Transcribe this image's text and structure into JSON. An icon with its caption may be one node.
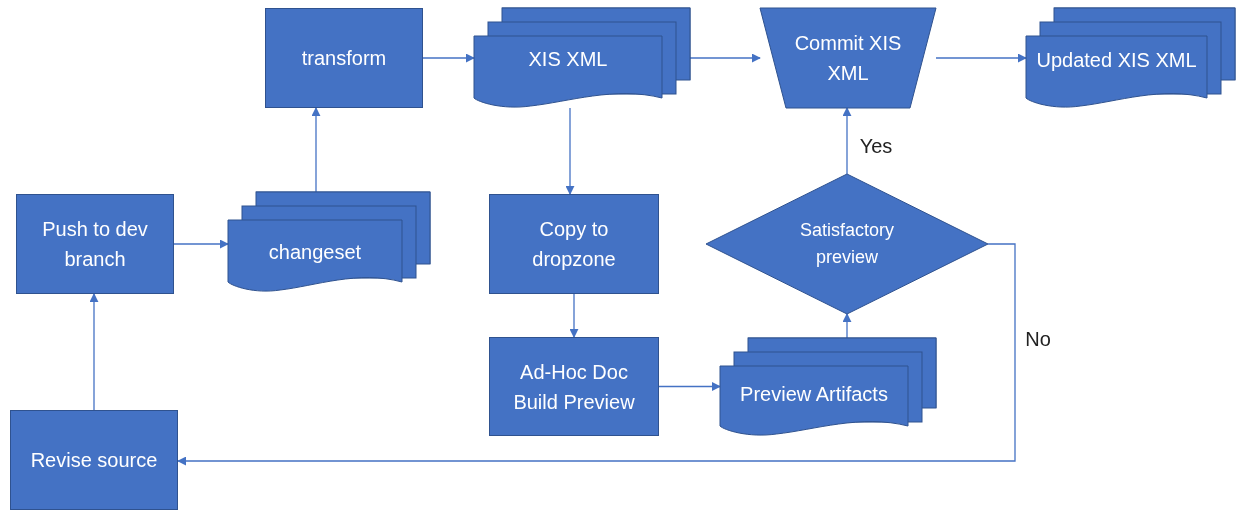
{
  "diagram": {
    "nodes": [
      {
        "text": [
          "Push to dev branch"
        ]
      },
      {
        "text": [
          "changeset"
        ]
      },
      {
        "text": [
          "transform"
        ]
      },
      {
        "text": [
          "XIS XML"
        ]
      },
      {
        "text": [
          "Copy to dropzone"
        ]
      },
      {
        "text": [
          "Ad-Hoc Doc Build Preview"
        ]
      },
      {
        "text": [
          "Preview Artifacts"
        ]
      },
      {
        "text": [
          "Satisfactory preview"
        ]
      },
      {
        "text": [
          "Commit XIS XML"
        ]
      },
      {
        "text": [
          "Updated XIS XML"
        ]
      },
      {
        "text": [
          "Revise source"
        ]
      }
    ],
    "edges": [
      {
        "from": 0,
        "to": 1,
        "arrow": "to"
      },
      {
        "from": 1,
        "to": 2,
        "arrow": "to"
      },
      {
        "from": 2,
        "to": 3,
        "arrow": "to"
      },
      {
        "from": 3,
        "to": 8,
        "arrow": "to"
      },
      {
        "from": 8,
        "to": 9,
        "arrow": "to"
      },
      {
        "from": 3,
        "to": 4,
        "arrow": "to"
      },
      {
        "from": 4,
        "to": 5,
        "arrow": "to"
      },
      {
        "from": 5,
        "to": 6,
        "arrow": "to"
      },
      {
        "from": 6,
        "to": 7,
        "arrow": "to"
      },
      {
        "from": 7,
        "to": 8,
        "arrow": "to",
        "label": "Yes"
      },
      {
        "from": 7,
        "to": 10,
        "arrow": "to",
        "label": "No"
      },
      {
        "from": 10,
        "to": 0,
        "arrow": "to"
      }
    ]
  }
}
